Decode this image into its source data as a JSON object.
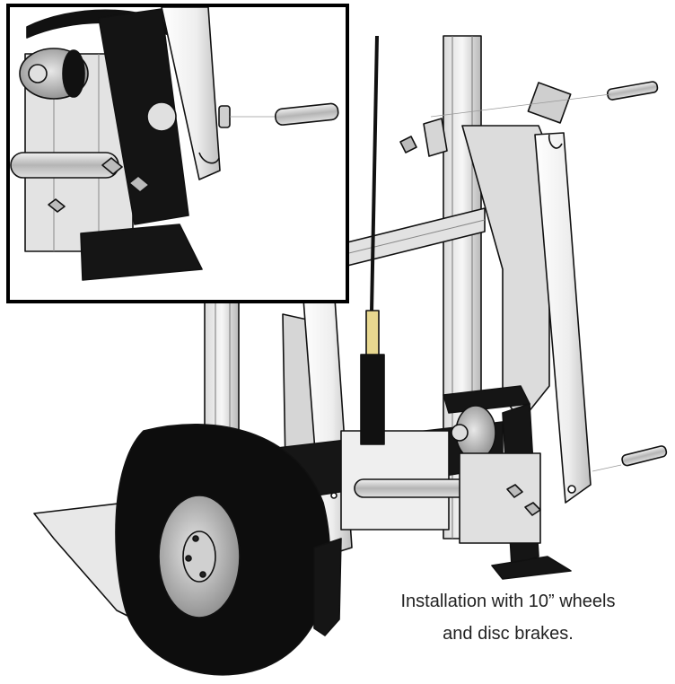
{
  "figure": {
    "caption_line1": "Installation with 10” wheels",
    "caption_line2": "and disc brakes.",
    "colors": {
      "outline": "#111111",
      "frame_light": "#f4f4f4",
      "frame_shade": "#c9c9c9",
      "plate": "#e6e6e6",
      "tire": "#0d0d0d",
      "hub": "#bdbdbd",
      "bracket": "#151515",
      "cable_end": "#e8d890"
    },
    "inset": {
      "label": "detail-view"
    }
  }
}
